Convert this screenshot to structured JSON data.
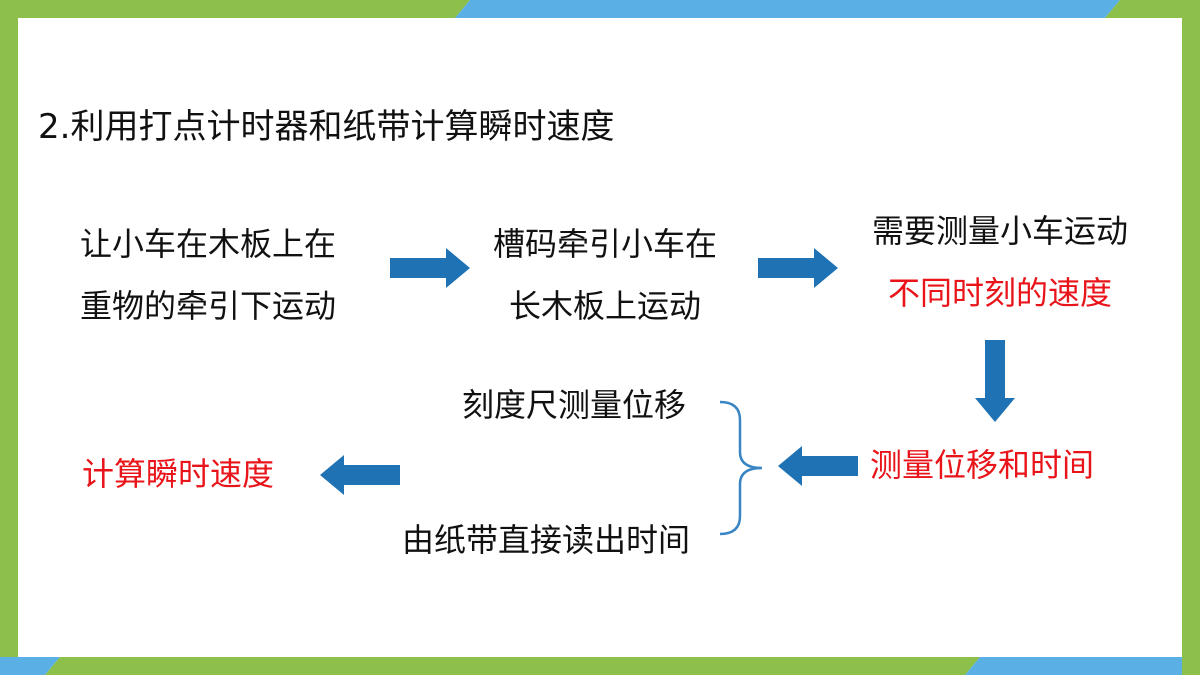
{
  "colors": {
    "frame_green": "#8cc04b",
    "frame_blue": "#5aafe4",
    "arrow_blue": "#1f73b4",
    "highlight_red": "#e8141a",
    "text_dark": "#111111",
    "bracket_blue": "#3a86c4"
  },
  "slide": {
    "title": "2.利用打点计时器和纸带计算瞬时速度",
    "flow": {
      "step1": {
        "line1": "让小车在木板上在",
        "line2": "重物的牵引下运动"
      },
      "step2": {
        "line1": "槽码牵引小车在",
        "line2": "长木板上运动"
      },
      "step3": {
        "line1": "需要测量小车运动",
        "line2": "不同时刻的速度"
      },
      "step4": "测量位移和时间",
      "branch_top": "刻度尺测量位移",
      "branch_bottom": "由纸带直接读出时间",
      "result": "计算瞬时速度"
    },
    "icons": {
      "arrow_1": "arrow-right-icon",
      "arrow_2": "arrow-right-icon",
      "arrow_3": "arrow-down-icon",
      "arrow_4": "arrow-left-icon",
      "arrow_5": "arrow-left-icon",
      "bracket": "curly-brace-icon"
    }
  }
}
